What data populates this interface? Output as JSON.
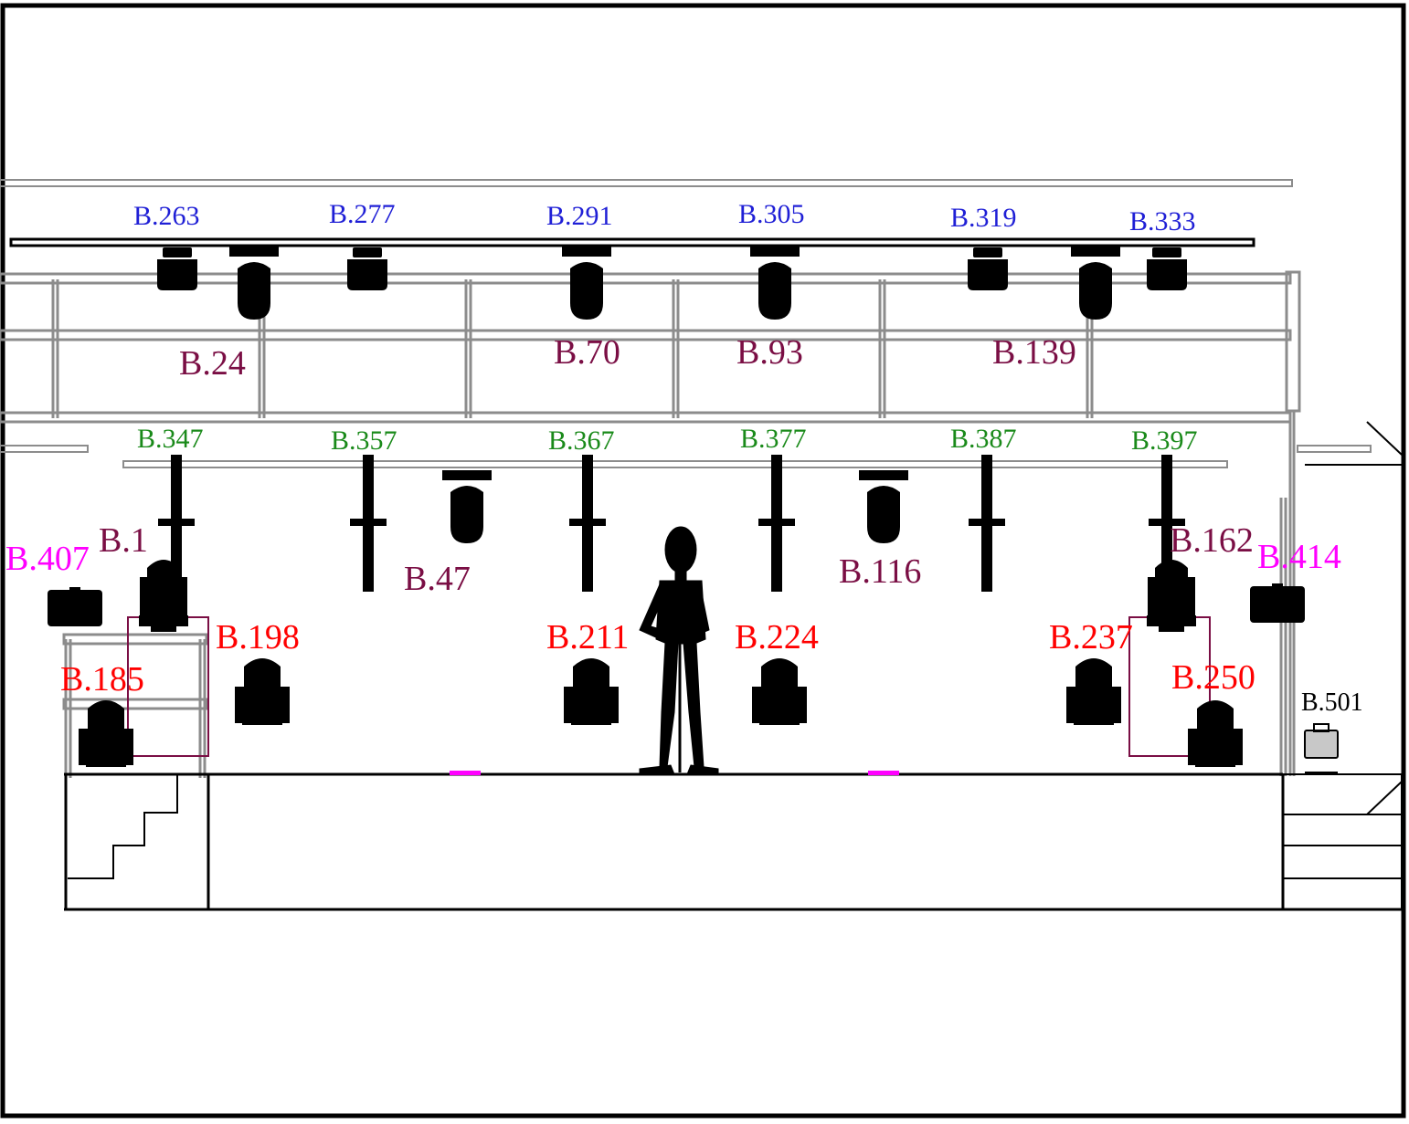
{
  "colors": {
    "spot_blue": "#1f1fd6",
    "spot_blue_fill": "#8f8fe6",
    "moving_head": "#7a0e44",
    "moving_head_fill": "#e0aac8",
    "wash_red": "#ff0000",
    "wash_red_fill": "#f4a6a6",
    "strip_green": "#1a8a1a",
    "strip_green_fill": "#a8e0a0",
    "blinder_magenta": "#ff00ff",
    "blinder_magenta_fill": "#e6a8e6",
    "truss_gray": "#8c8c8c",
    "figure_black": "#000000"
  },
  "groups": {
    "overhead_spots": [
      {
        "label": "B.263"
      },
      {
        "label": "B.277"
      },
      {
        "label": "B.291"
      },
      {
        "label": "B.305"
      },
      {
        "label": "B.319"
      },
      {
        "label": "B.333"
      }
    ],
    "truss_moving_heads": [
      {
        "label": "B.24"
      },
      {
        "label": "B.70"
      },
      {
        "label": "B.93"
      },
      {
        "label": "B.139"
      }
    ],
    "led_strips": [
      {
        "label": "B.347"
      },
      {
        "label": "B.357"
      },
      {
        "label": "B.367"
      },
      {
        "label": "B.377"
      },
      {
        "label": "B.387"
      },
      {
        "label": "B.397"
      }
    ],
    "mid_moving_heads": [
      {
        "label": "B.47"
      },
      {
        "label": "B.116"
      }
    ],
    "side_moving_heads": [
      {
        "label": "B.1"
      },
      {
        "label": "B.162"
      }
    ],
    "blinders": [
      {
        "label": "B.407"
      },
      {
        "label": "B.414"
      }
    ],
    "floor_washes": [
      {
        "label": "B.185"
      },
      {
        "label": "B.198"
      },
      {
        "label": "B.211"
      },
      {
        "label": "B.224"
      },
      {
        "label": "B.237"
      },
      {
        "label": "B.250"
      }
    ],
    "misc": [
      {
        "label": "B.501"
      }
    ]
  }
}
